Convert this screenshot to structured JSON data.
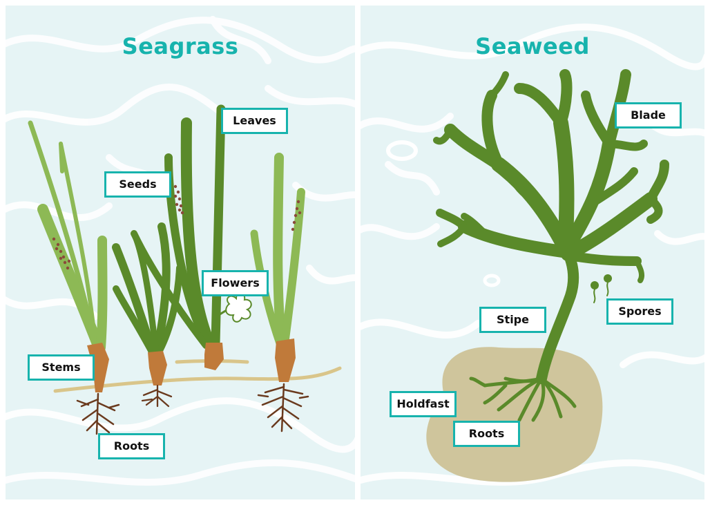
{
  "seagrass": {
    "title": "Seagrass",
    "labels": {
      "leaves": "Leaves",
      "seeds": "Seeds",
      "flowers": "Flowers",
      "stems": "Stems",
      "roots": "Roots"
    }
  },
  "seaweed": {
    "title": "Seaweed",
    "labels": {
      "blade": "Blade",
      "spores": "Spores",
      "stipe": "Stipe",
      "holdfast": "Holdfast",
      "roots": "Roots"
    }
  },
  "colors": {
    "accent": "#17b3ad",
    "background": "#e6f4f5",
    "light_green": "#8db955",
    "dark_green": "#5a8a2a",
    "stem_orange": "#c07a3a",
    "root_brown": "#6a3a1e",
    "rhizome": "#d9c58a",
    "rock": "#cfc59c",
    "seed_dots": "#8a4a3a"
  }
}
